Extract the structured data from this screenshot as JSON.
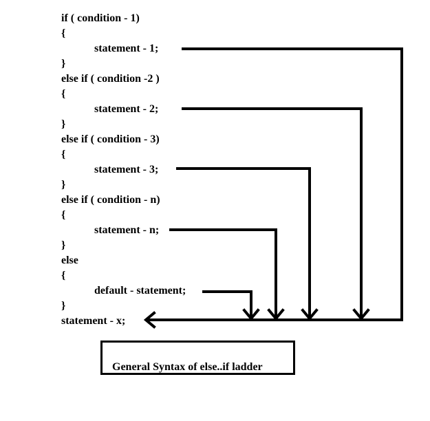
{
  "code": {
    "if_line": "if ( condition - 1)",
    "open_brace_1": "{",
    "statement_1": "statement - 1;",
    "close_brace_1": "}",
    "else_if_2": "else if ( condition -2 )",
    "open_brace_2": "{",
    "statement_2": "statement - 2;",
    "close_brace_2": "}",
    "else_if_3": "else if ( condition - 3)",
    "open_brace_3": "{",
    "statement_3": "statement - 3;",
    "close_brace_3": "}",
    "else_if_n": "else if ( condition - n)",
    "open_brace_n": "{",
    "statement_n": "statement - n;",
    "close_brace_n": "}",
    "else_line": "else",
    "open_brace_else": "{",
    "default_statement": "default - statement;",
    "close_brace_else": "}",
    "statement_x": "statement - x;"
  },
  "caption": {
    "text": "General Syntax of else..if ladder"
  },
  "colors": {
    "ink": "#000000",
    "background": "#ffffff"
  }
}
